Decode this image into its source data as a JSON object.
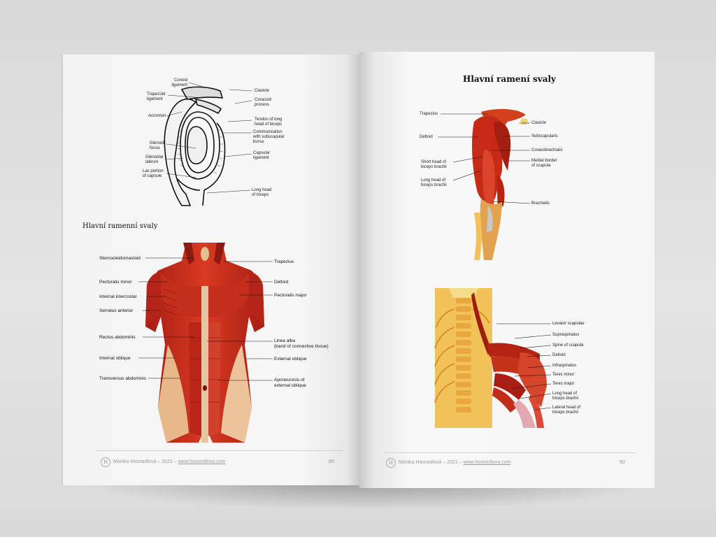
{
  "left_page": {
    "shoulder_labels_left": [
      "Conoid\nligament",
      "Trapezoid\nligament",
      "Acromion",
      "Glenoid\nfossa",
      "Glenoidal\nlabrum",
      "Lax portion\nof capsule"
    ],
    "shoulder_labels_right": [
      "Clavicle",
      "Coracoid\nprocess",
      "Tendon of long\nhead of biceps",
      "Communication\nwith subscapular\nbursa",
      "Capsular\nligament",
      "Long head\nof triceps"
    ],
    "section_title": "Hlavní ramenní svaly",
    "torso_labels_left": [
      "Sternocleidomastoid",
      "Pectoralis minor",
      "Internal intercostal",
      "Serratus anterior",
      "Rectus abdominis",
      "Internal oblique",
      "Transversus abdominis"
    ],
    "torso_labels_right": [
      "Trapezius",
      "Deltoid",
      "Pectoralis major",
      "Linea alba\n(band of connective tissue)",
      "External oblique",
      "Aponeurosis of\nexternal oblique"
    ],
    "footer_author": "Monika Hosnedlová – 2021 –",
    "footer_link": "www.hosnedlova.com",
    "page_number": "89",
    "logo_letter": "H"
  },
  "right_page": {
    "title": "Hlavní ramení svaly",
    "arm_labels_left": [
      "Trapezius",
      "Deltoid",
      "Short head of\nbiceps brachii",
      "Long head of\nbiceps brachii"
    ],
    "arm_labels_right": [
      "Clavicle",
      "Subscapularis",
      "Coracobrachialis",
      "Medial border\nof scapula",
      "Brachialis"
    ],
    "back_labels_right": [
      "Levator scapulae",
      "Supraspinatus",
      "Spine of scapula",
      "Deltoid",
      "Infraspinatus",
      "Teres minor",
      "Teres major",
      "Long head of\ntriceps brachii",
      "Lateral head of\ntriceps brachii"
    ],
    "footer_author": "Monika Hosnedlová – 2021 –",
    "footer_link": "www.hosnedlova.com",
    "page_number": "90",
    "logo_letter": "H"
  },
  "colors": {
    "muscle": "#c8281e",
    "muscle_dark": "#8e1a12",
    "tendon": "#e8c48a",
    "bone": "#e9b84a",
    "page": "#f6f6f6",
    "footer_text": "#9a9a9a"
  }
}
